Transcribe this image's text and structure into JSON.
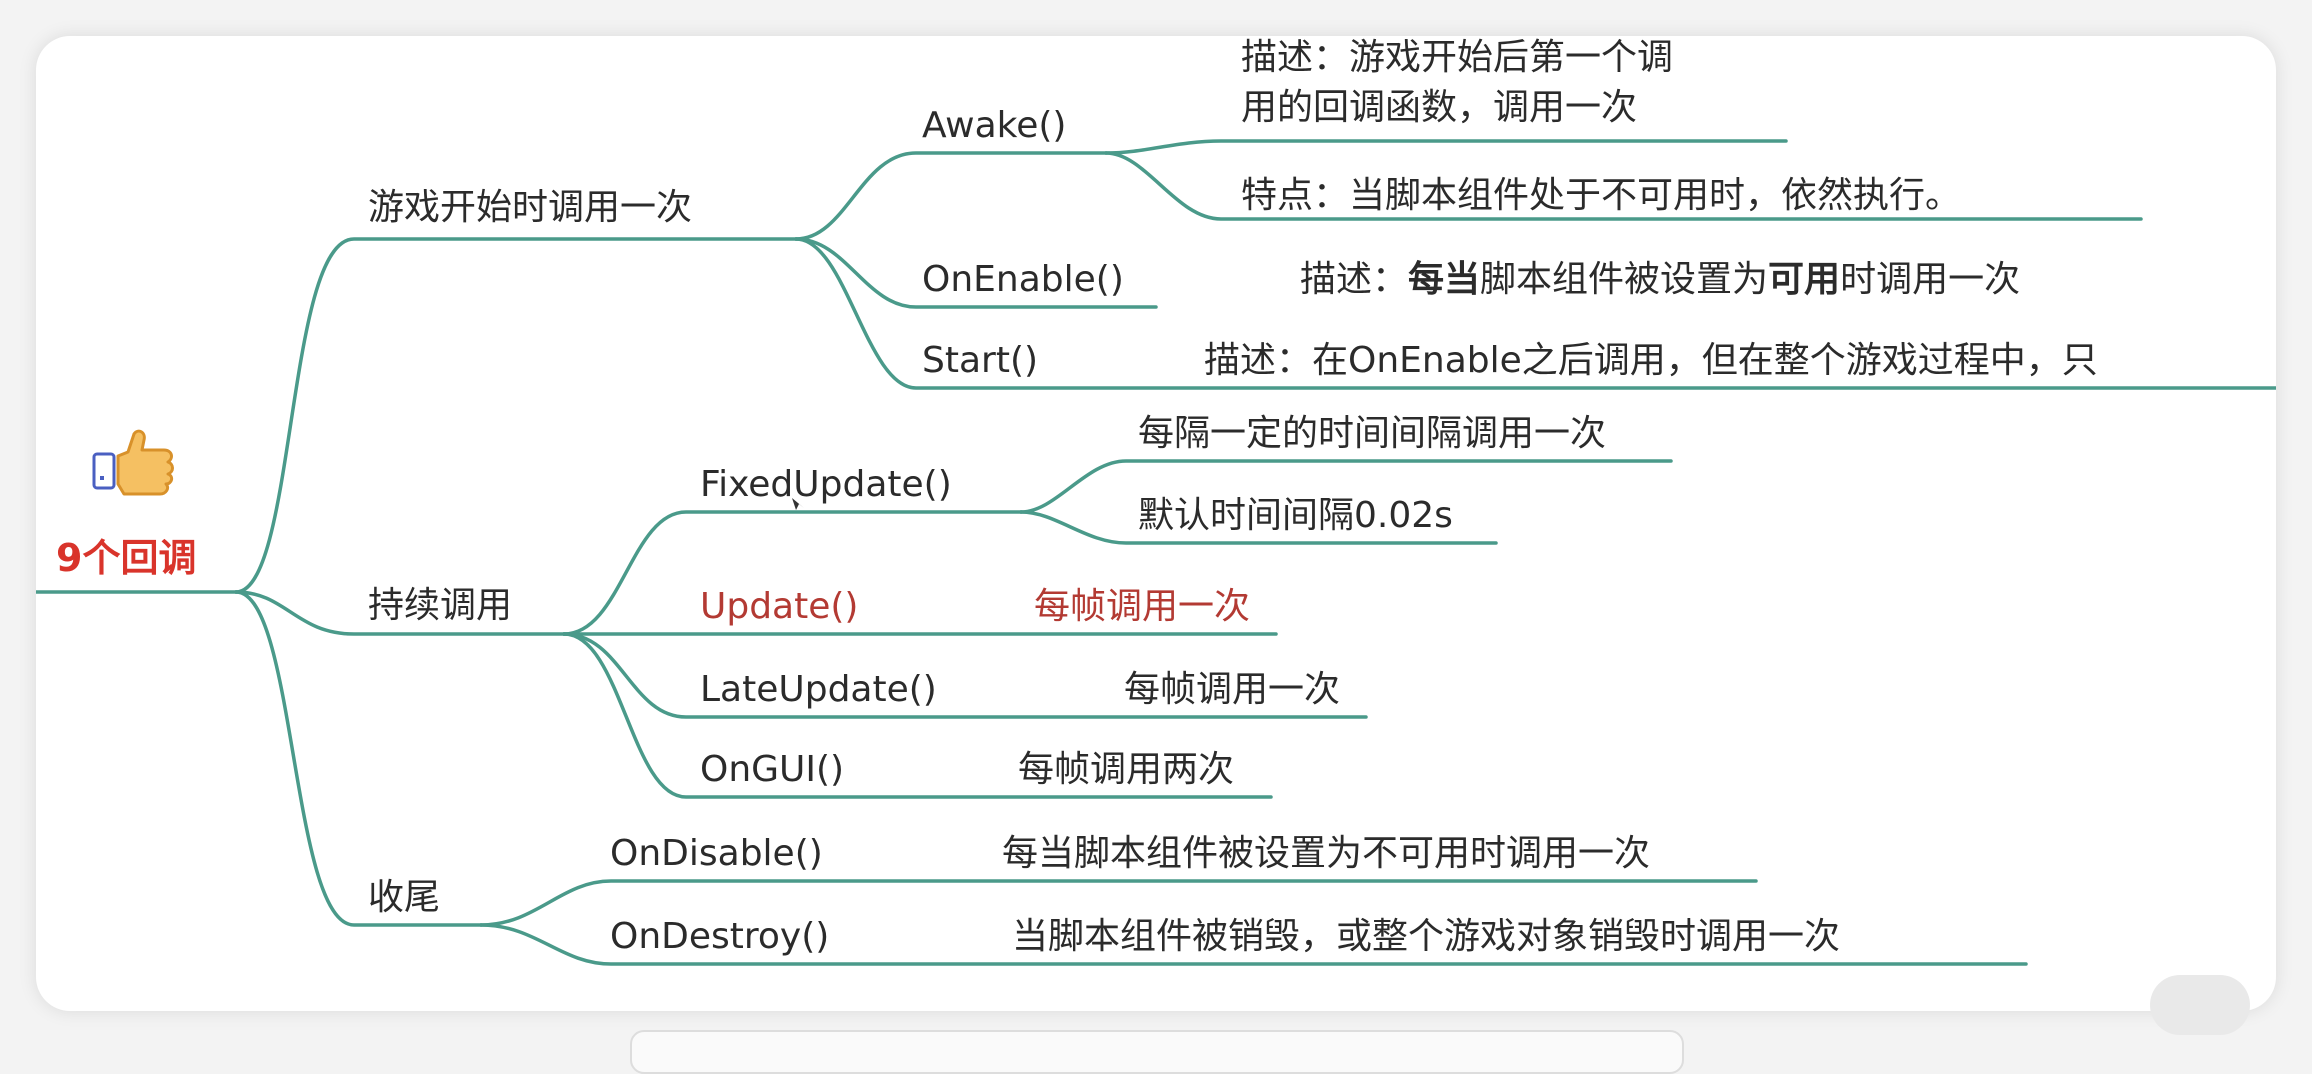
{
  "root": {
    "label": "9个回调",
    "icon": "thumbs-up-icon",
    "color": "#d9342b"
  },
  "branch_color": "#4a9a8a",
  "groups": [
    {
      "label": "游戏开始时调用一次",
      "items": [
        {
          "label": "Awake()",
          "details": [
            "描述：游戏开始后第一个调",
            "用的回调函数，调用一次",
            "特点：当脚本组件处于不可用时，依然执行。"
          ]
        },
        {
          "label": "OnEnable()",
          "detail_pre": "描述：",
          "detail_b1": "每当",
          "detail_mid": "脚本组件被设置为",
          "detail_b2": "可用",
          "detail_post": "时调用一次"
        },
        {
          "label": "Start()",
          "detail": "描述：在OnEnable之后调用，但在整个游戏过程中，只"
        }
      ]
    },
    {
      "label": "持续调用",
      "items": [
        {
          "label": "FixedUpdate()",
          "details": [
            "每隔一定的时间间隔调用一次",
            "默认时间间隔0.02s"
          ]
        },
        {
          "label": "Update()",
          "detail": "每帧调用一次"
        },
        {
          "label": "LateUpdate()",
          "detail": "每帧调用一次"
        },
        {
          "label": "OnGUI()",
          "detail": "每帧调用两次"
        }
      ]
    },
    {
      "label": "收尾",
      "items": [
        {
          "label": "OnDisable()",
          "detail": "每当脚本组件被设置为不可用时调用一次"
        },
        {
          "label": "OnDestroy()",
          "detail": "当脚本组件被销毁，或整个游戏对象销毁时调用一次"
        }
      ]
    }
  ]
}
